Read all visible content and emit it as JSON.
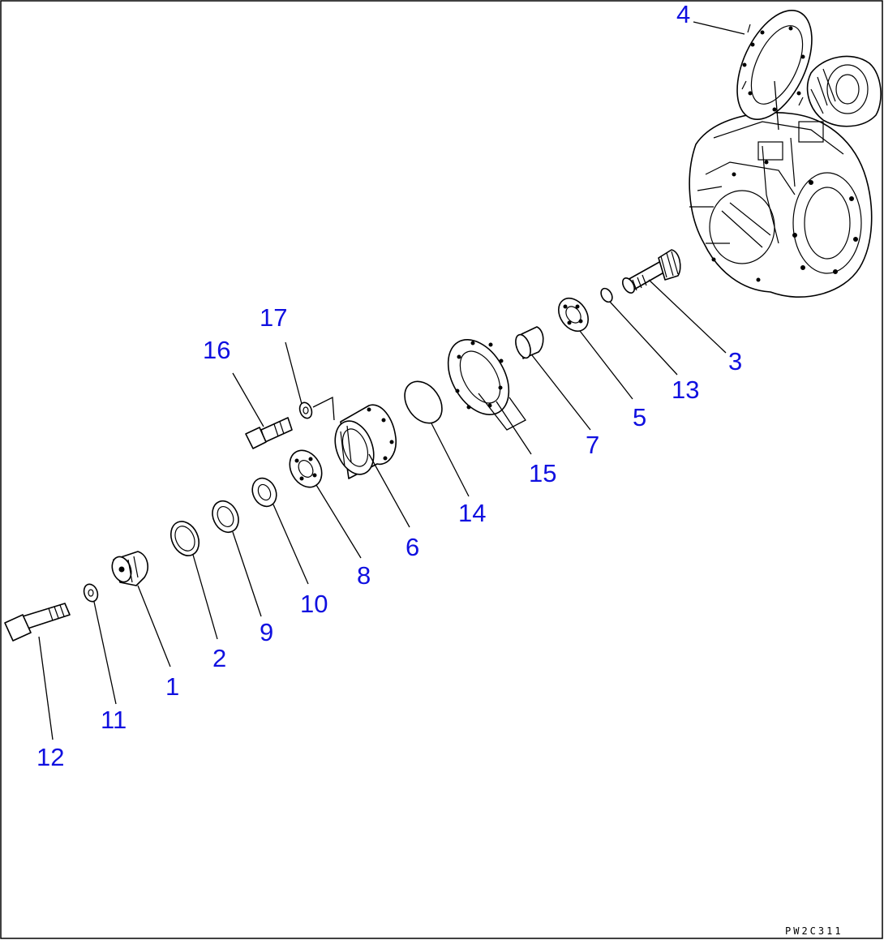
{
  "drawing": {
    "code": "PW2C311",
    "callouts": [
      "1",
      "2",
      "3",
      "4",
      "5",
      "6",
      "7",
      "8",
      "9",
      "10",
      "11",
      "12",
      "13",
      "14",
      "15",
      "16",
      "17"
    ]
  }
}
